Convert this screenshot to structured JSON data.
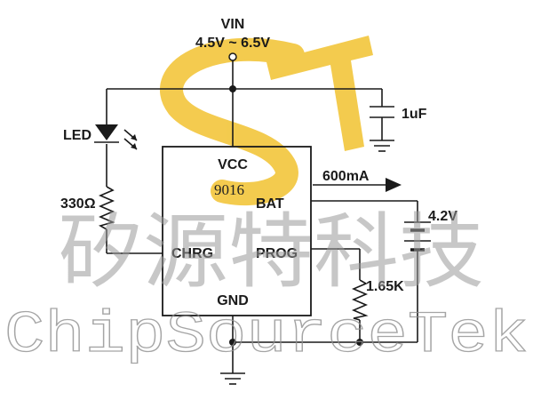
{
  "supply": {
    "name": "VIN",
    "range": "4.5V ~ 6.5V"
  },
  "chip": {
    "part": "9016",
    "pins": {
      "vcc": "VCC",
      "bat": "BAT",
      "chrg": "CHRG",
      "prog": "PROG",
      "gnd": "GND"
    }
  },
  "components": {
    "capacitor": "1uF",
    "led": "LED",
    "resistor_led": "330Ω",
    "resistor_prog": "1.65K",
    "battery": "4.2V"
  },
  "current": "600mA",
  "watermark": {
    "chinese": "矽源特科技",
    "english": "ChipSourceTek"
  },
  "colors": {
    "logo": "#f2c230",
    "wire": "#1a1a1a",
    "watermark": "#9a9a9a"
  }
}
